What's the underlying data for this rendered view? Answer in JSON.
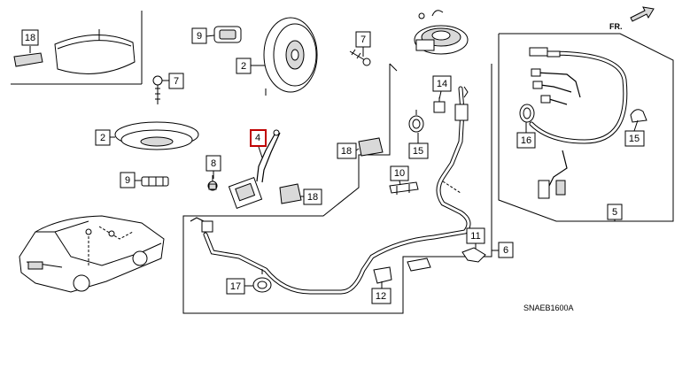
{
  "diagram": {
    "code": "SNAEB1600A",
    "direction_label": "FR.",
    "callouts": {
      "c18a": "18",
      "c9a": "9",
      "c2a": "2",
      "c7a": "7",
      "c7b": "7",
      "c2b": "2",
      "c4": "4",
      "c8": "8",
      "c9b": "9",
      "c18b": "18",
      "c18c": "18",
      "c14": "14",
      "c15a": "15",
      "c10": "10",
      "c11": "11",
      "c6": "6",
      "c12": "12",
      "c17": "17",
      "c16": "16",
      "c15b": "15",
      "c5": "5"
    },
    "highlight_color": "#c00000"
  }
}
